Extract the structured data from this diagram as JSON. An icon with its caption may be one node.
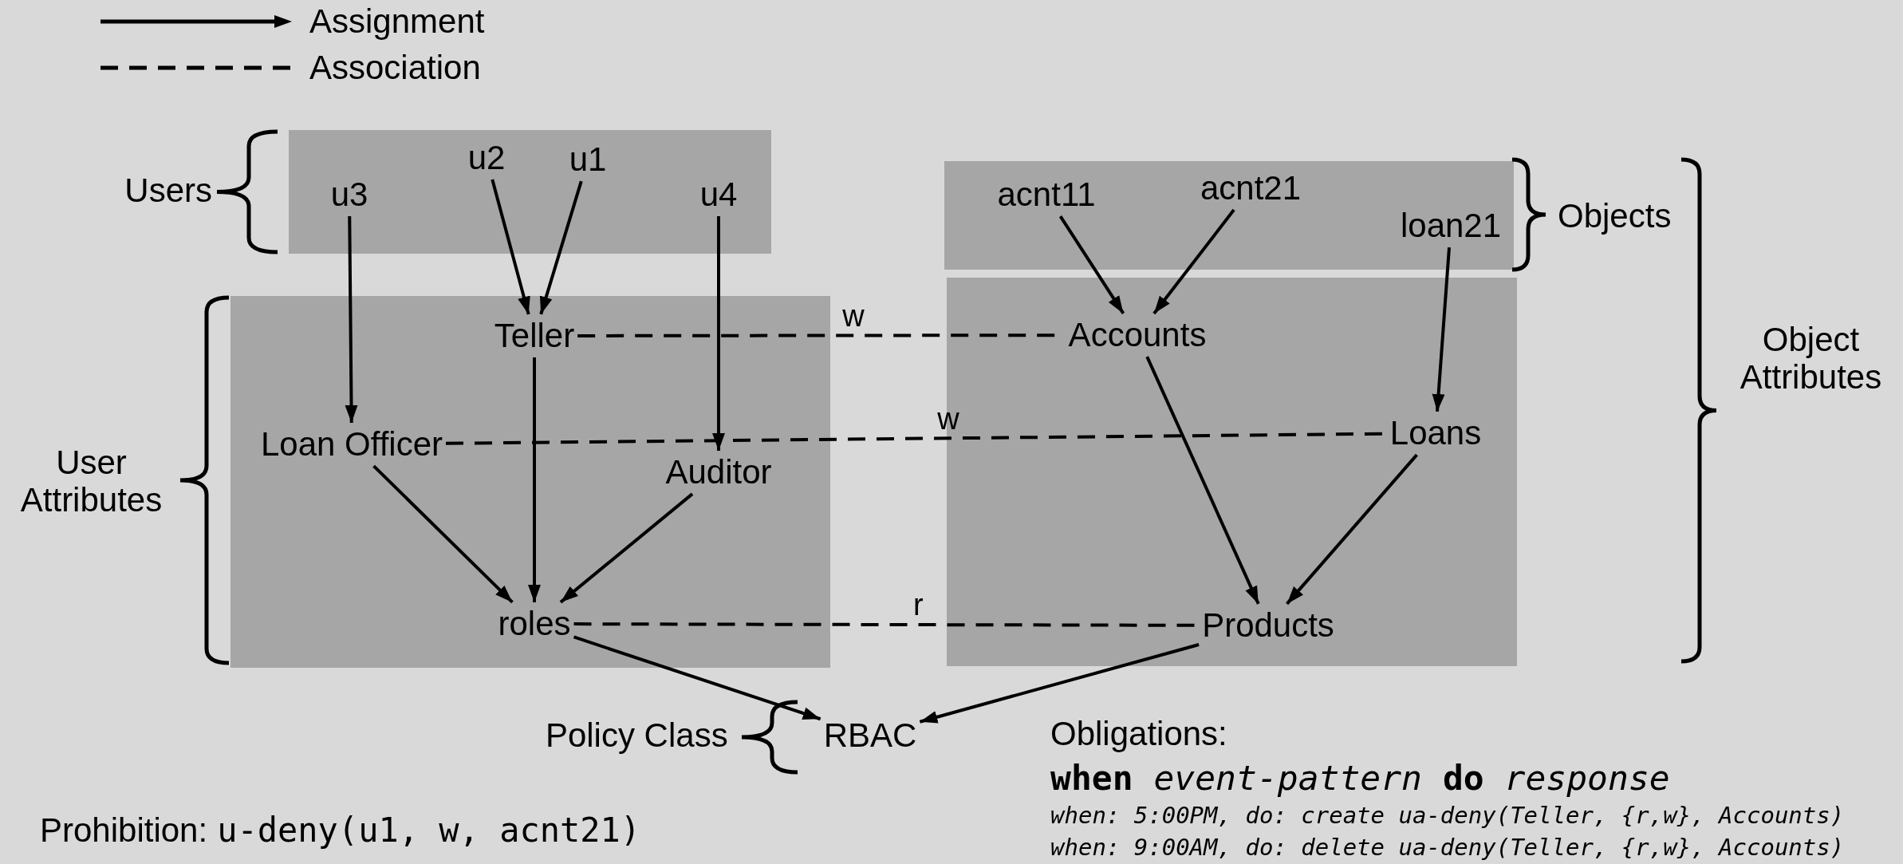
{
  "diagram": {
    "nodes": [
      {
        "text": [],
        "shape": "box",
        "beside": [
          "Users"
        ]
      },
      {
        "text": [
          "u3"
        ],
        "in": 0
      },
      {
        "text": [
          "u2"
        ],
        "in": 0
      },
      {
        "text": [
          "u1"
        ],
        "in": 0
      },
      {
        "text": [
          "u4"
        ],
        "in": 0
      },
      {
        "text": [],
        "shape": "box",
        "beside": [
          "Objects"
        ]
      },
      {
        "text": [
          "acnt11"
        ],
        "in": 5
      },
      {
        "text": [
          "acnt21"
        ],
        "in": 5
      },
      {
        "text": [
          "loan21"
        ],
        "in": 5
      },
      {
        "text": [],
        "shape": "box",
        "beside": [
          "User Attributes"
        ]
      },
      {
        "text": [
          "Teller"
        ],
        "in": 9
      },
      {
        "text": [
          "Loan Officer"
        ],
        "in": 9
      },
      {
        "text": [
          "Auditor"
        ],
        "in": 9
      },
      {
        "text": [
          "roles"
        ],
        "in": 9
      },
      {
        "text": [],
        "shape": "box"
      },
      {
        "text": [
          "Accounts"
        ],
        "in": 14
      },
      {
        "text": [
          "Loans"
        ],
        "in": 14
      },
      {
        "text": [
          "Products"
        ],
        "in": 14
      },
      {
        "text": [
          "RBAC"
        ],
        "beside": [
          "Policy Class"
        ]
      }
    ],
    "edges": [
      {
        "from": 1,
        "to": 11,
        "arrow": "to"
      },
      {
        "from": 2,
        "to": 10,
        "arrow": "to"
      },
      {
        "from": 3,
        "to": 10,
        "arrow": "to"
      },
      {
        "from": 4,
        "to": 12,
        "arrow": "to"
      },
      {
        "from": 6,
        "to": 15,
        "arrow": "to"
      },
      {
        "from": 7,
        "to": 15,
        "arrow": "to"
      },
      {
        "from": 8,
        "to": 16,
        "arrow": "to"
      },
      {
        "from": 10,
        "to": 13,
        "arrow": "to"
      },
      {
        "from": 11,
        "to": 13,
        "arrow": "to"
      },
      {
        "from": 12,
        "to": 13,
        "arrow": "to"
      },
      {
        "from": 15,
        "to": 17,
        "arrow": "to"
      },
      {
        "from": 16,
        "to": 17,
        "arrow": "to"
      },
      {
        "from": 13,
        "to": 18,
        "arrow": "to"
      },
      {
        "from": 17,
        "to": 18,
        "arrow": "to"
      },
      {
        "from": 10,
        "to": 15,
        "arrow": "none",
        "style": "dashed",
        "label": "w"
      },
      {
        "from": 11,
        "to": 16,
        "arrow": "none",
        "style": "dashed",
        "label": "w"
      },
      {
        "from": 13,
        "to": 17,
        "arrow": "none",
        "style": "dashed",
        "label": "r"
      }
    ],
    "labels": [
      "Object Attributes",
      "Prohibition:",
      "u-deny(u1, w, acnt21)",
      "Obligations:",
      "**when** *event-pattern* **do** *response*",
      "when: 5:00PM, do: create ua-deny(Teller, {r,w}, Accounts)",
      "when: 9:00AM, do: delete ua-deny(Teller, {r,w}, Accounts)"
    ],
    "legend": [
      {
        "text": "Assignment"
      },
      {
        "text": "Association"
      }
    ]
  }
}
